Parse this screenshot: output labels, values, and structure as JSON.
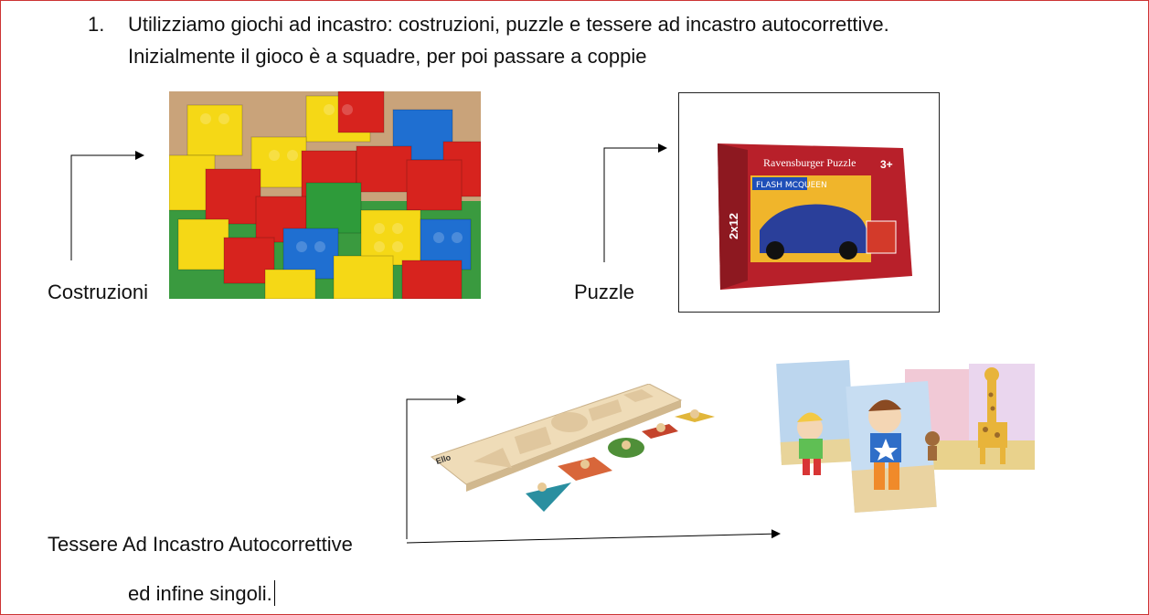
{
  "list": {
    "number": "1.",
    "line1": "Utilizziamo giochi ad incastro: costruzioni, puzzle e tessere ad incastro autocorrettive.",
    "line2": "Inizialmente il gioco è a squadre, per poi passare a coppie"
  },
  "labels": {
    "costruzioni": "Costruzioni",
    "puzzle": "Puzzle",
    "tessere": "Tessere Ad Incastro Autocorrettive"
  },
  "closing": "ed infine singoli.",
  "images": {
    "puzzle_box": {
      "brand": "Ravensburger Puzzle",
      "age": "3+",
      "pieces": "2x12",
      "banner": "FLASH MCQUEEN"
    },
    "shape_board_brand": "Ello"
  },
  "colors": {
    "frame_border": "#cc3333",
    "lego_red": "#d7231e",
    "lego_yellow": "#f5d816",
    "lego_blue": "#1f6fd1",
    "lego_green": "#2e9b3a"
  }
}
